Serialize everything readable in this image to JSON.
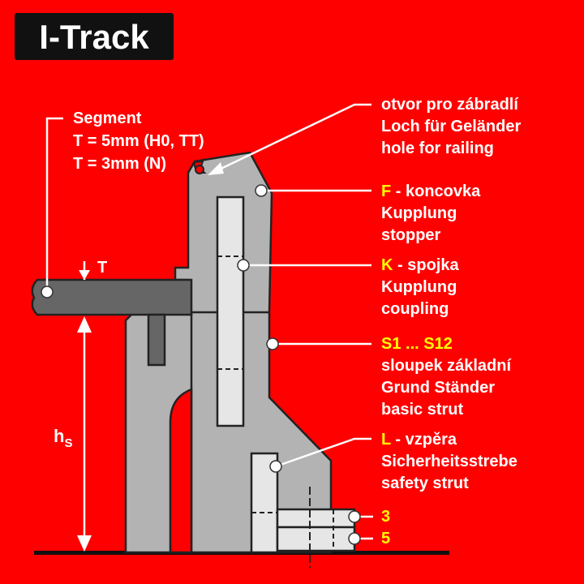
{
  "title": "I-Track",
  "segment": {
    "lines": [
      "Segment",
      "T = 5mm (H0, TT)",
      "T = 3mm (N)"
    ]
  },
  "dimensions": {
    "t_label": "T",
    "hs_label": "h",
    "hs_sub": "S"
  },
  "callouts": {
    "hole": [
      "otvor pro zábradlí",
      "Loch für Geländer",
      "hole for railing"
    ],
    "f_code": "F",
    "f_lines": [
      " - koncovka",
      "Kupplung",
      "stopper"
    ],
    "k_code": "K",
    "k_lines": [
      " - spojka",
      "Kupplung",
      "coupling"
    ],
    "s_code": "S1 ... S12",
    "s_lines": [
      "sloupek základní",
      "Grund Ständer",
      "basic strut"
    ],
    "l_code": "L",
    "l_lines": [
      " - vzpěra",
      "Sicherheitsstrebe",
      "safety strut"
    ],
    "shim_3": "3",
    "shim_5": "5"
  },
  "colors": {
    "background": "#ff0000",
    "part_gray": "#b3b3b3",
    "part_light": "#e6e6e6",
    "segment_dark": "#666666",
    "highlight": "#ffff00",
    "text": "#ffffff"
  }
}
